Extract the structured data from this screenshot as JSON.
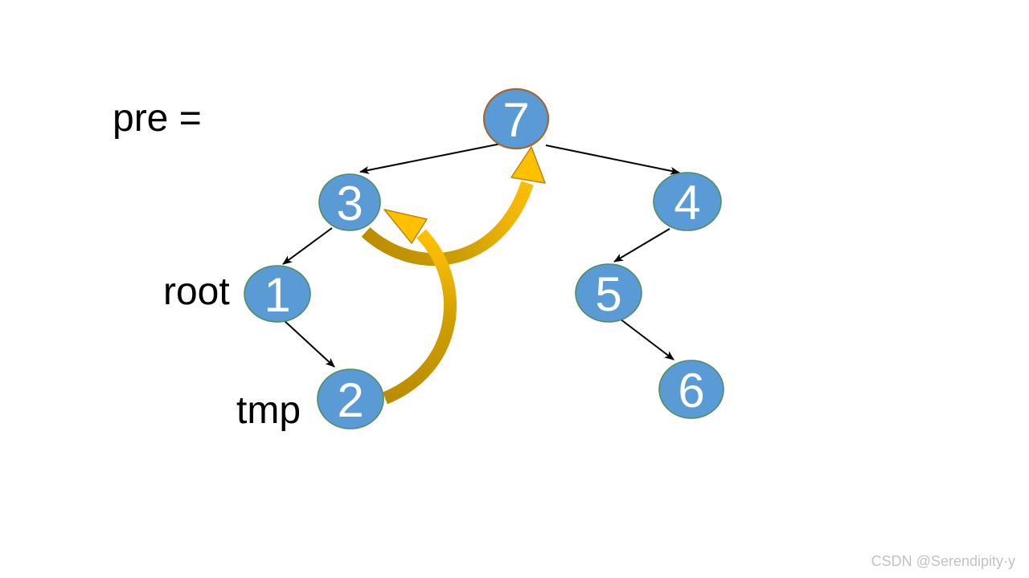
{
  "diagram": {
    "kind": "binary-tree-traversal-illustration",
    "labels": {
      "pre_label": "pre =",
      "root_pointer": "root",
      "tmp_pointer": "tmp"
    },
    "nodes": [
      {
        "id": "7",
        "label": "7",
        "border": "brown"
      },
      {
        "id": "3",
        "label": "3",
        "border": "green"
      },
      {
        "id": "4",
        "label": "4",
        "border": "green"
      },
      {
        "id": "1",
        "label": "1",
        "border": "green"
      },
      {
        "id": "5",
        "label": "5",
        "border": "green"
      },
      {
        "id": "2",
        "label": "2",
        "border": "green"
      },
      {
        "id": "6",
        "label": "6",
        "border": "green"
      }
    ],
    "tree_edges": [
      {
        "from": "7",
        "to": "3"
      },
      {
        "from": "7",
        "to": "4"
      },
      {
        "from": "3",
        "to": "1"
      },
      {
        "from": "1",
        "to": "2"
      },
      {
        "from": "4",
        "to": "5"
      },
      {
        "from": "5",
        "to": "6"
      }
    ],
    "highlight_arrows": [
      {
        "from": "3",
        "to": "7",
        "style": "curved-gold"
      },
      {
        "from": "2",
        "to": "3",
        "style": "curved-gold"
      }
    ],
    "colors": {
      "node_fill": "#5B9BD5",
      "node_border_green": "#4F8F5B",
      "node_border_brown": "#A5662E",
      "node_text": "#FFFFFF",
      "tree_edge": "#000000",
      "gold_arrow_bright": "#FFC000",
      "gold_arrow_dark": "#BB8C00",
      "label_text": "#000000",
      "watermark_text": "#C2C2C2"
    }
  },
  "watermark": "CSDN @Serendipity·y"
}
